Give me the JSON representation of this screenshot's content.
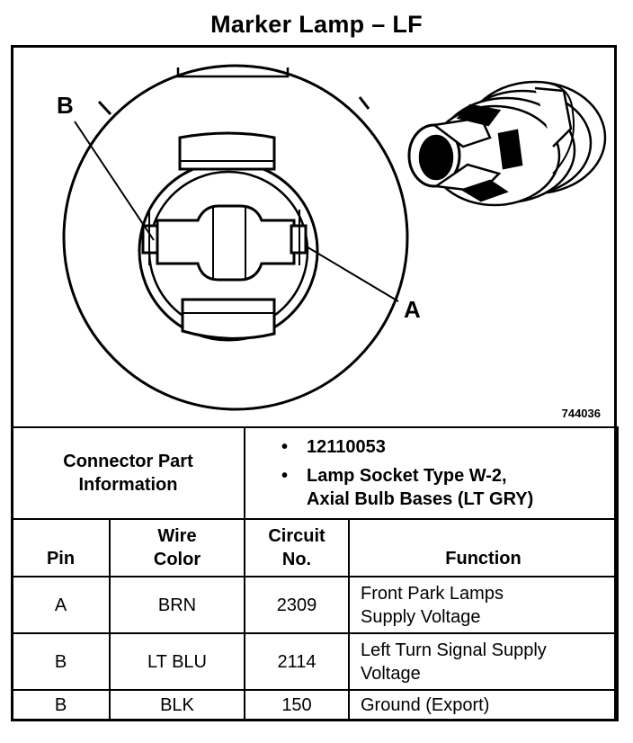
{
  "title": "Marker Lamp – LF",
  "figure_id": "744036",
  "callouts": {
    "a": "A",
    "b": "B"
  },
  "connector_part_info": {
    "label_line1": "Connector Part",
    "label_line2": "Information",
    "items": [
      "12110053",
      "Lamp Socket Type W-2,\nAxial Bulb Bases (LT GRY)"
    ]
  },
  "table": {
    "headers": {
      "pin": "Pin",
      "wire_color": "Wire\nColor",
      "circuit_no": "Circuit\nNo.",
      "function": "Function"
    },
    "rows": [
      {
        "pin": "A",
        "wire_color": "BRN",
        "circuit_no": "2309",
        "function": "Front Park Lamps\nSupply Voltage"
      },
      {
        "pin": "B",
        "wire_color": "LT BLU",
        "circuit_no": "2114",
        "function": "Left Turn Signal Supply\nVoltage"
      },
      {
        "pin": "B",
        "wire_color": "BLK",
        "circuit_no": "150",
        "function": "Ground (Export)"
      }
    ]
  }
}
